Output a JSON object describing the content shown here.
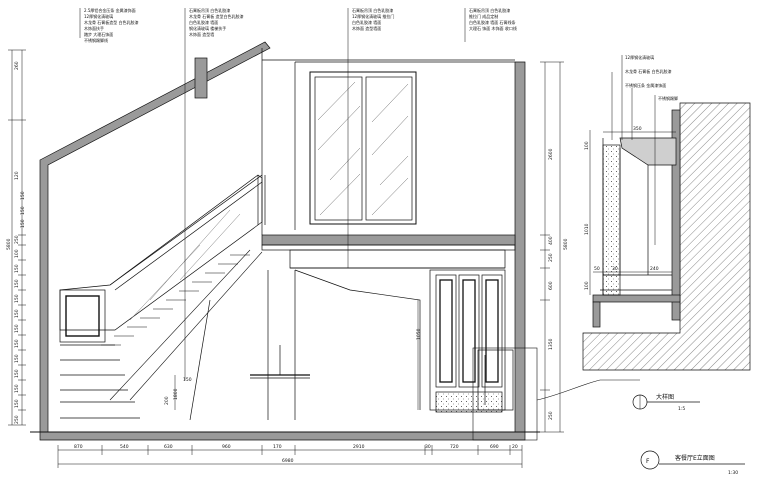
{
  "main_elevation": {
    "title": "客餐厅E立面图",
    "scale": "1:30",
    "marker": "F",
    "callouts_group1": [
      "2.5厚铝合金压条 金属漆饰面",
      "12厚钢化清玻璃",
      "木龙骨 石膏板造型 白色乳胶漆",
      "木饰面扶手",
      "踏步 大理石饰面",
      "不锈钢踢脚线"
    ],
    "callouts_group2": [
      "石膏板吊顶 白色乳胶漆",
      "木龙骨 石膏板 造型白色乳胶漆",
      "白色乳胶漆 墙面",
      "钢化清玻璃 楼梯扶手",
      "木饰面 造型墙"
    ],
    "callouts_group3": [
      "石膏板吊顶 白色乳胶漆",
      "12厚钢化清玻璃 推拉门",
      "白色乳胶漆 墙面",
      "木饰面 造型墙面"
    ],
    "callouts_group4": [
      "石膏板吊顶 白色乳胶漆",
      "推拉门 成品定制",
      "白色乳胶漆 墙面 石膏线条",
      "大理石 饰面 木饰面 收口线"
    ],
    "left_dims": [
      "260",
      "5800",
      "120",
      "250",
      "100",
      "150",
      "150",
      "150",
      "150",
      "150",
      "150",
      "150",
      "150",
      "150",
      "150",
      "150",
      "150",
      "150",
      "250"
    ],
    "right_dims_inner": [
      "2600",
      "400",
      "250",
      "600",
      "1350",
      "250"
    ],
    "right_dims_outer": [
      "5800"
    ],
    "bottom_dims": [
      "870",
      "540",
      "630",
      "960",
      "170",
      "2910",
      "30",
      "720",
      "690",
      "20"
    ],
    "bottom_total": "6980",
    "mid_dims": [
      "1800",
      "150",
      "200",
      "1050"
    ]
  },
  "detail": {
    "title": "大样图",
    "scale": "1:5",
    "callouts": [
      "12厚钢化清玻璃",
      "木龙骨 石膏板 白色乳胶漆",
      "不锈钢压条 金属漆饰面"
    ],
    "top_note": "不锈钢踢脚",
    "dims": [
      "350",
      "100",
      "1010",
      "50",
      "30",
      "240",
      "100"
    ]
  }
}
